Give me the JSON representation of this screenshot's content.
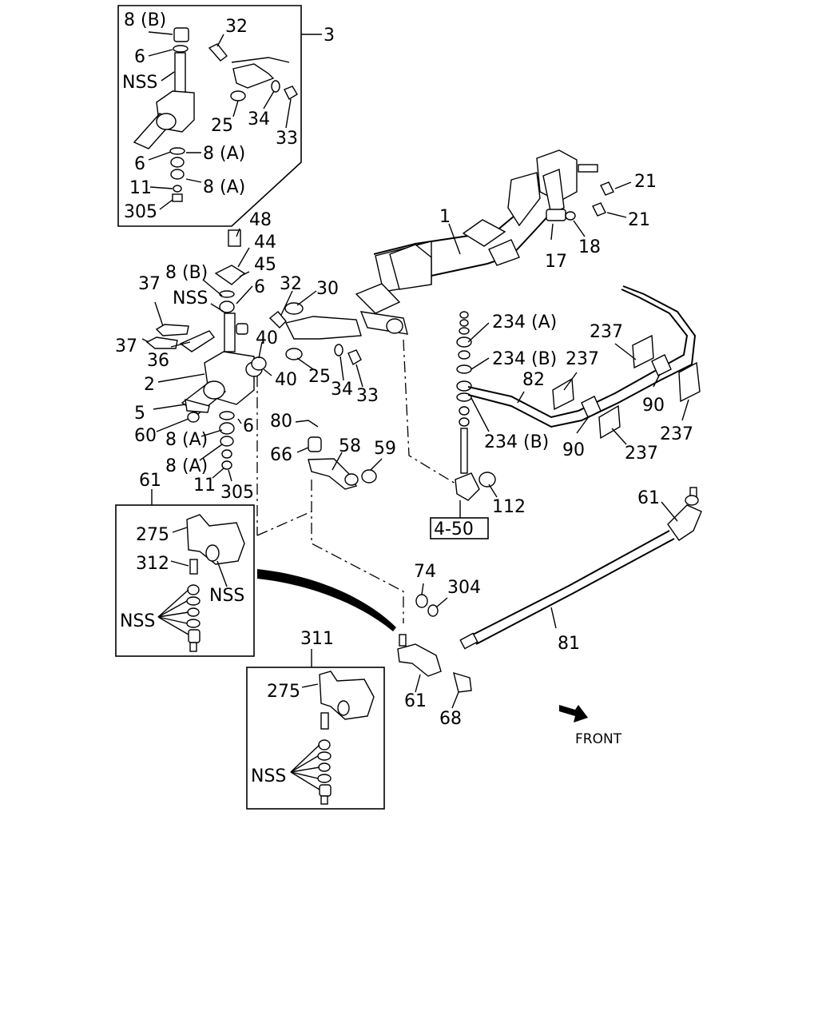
{
  "labels": {
    "c3": "3",
    "c1": "1",
    "c2": "2",
    "c5": "5",
    "c17": "17",
    "c18": "18",
    "c21a": "21",
    "c21b": "21",
    "inset3_8b": "8 (B)",
    "inset3_6a": "6",
    "inset3_nss": "NSS",
    "inset3_32": "32",
    "inset3_25": "25",
    "inset3_34": "34",
    "inset3_33": "33",
    "inset3_6b": "6",
    "inset3_8a1": "8 (A)",
    "inset3_11": "11",
    "inset3_8a2": "8 (A)",
    "inset3_305": "305",
    "m48": "48",
    "m44": "44",
    "m45": "45",
    "m8b": "8 (B)",
    "m37a": "37",
    "m37b": "37",
    "mnss": "NSS",
    "m6a": "6",
    "m32": "32",
    "m30": "30",
    "m36": "36",
    "m40a": "40",
    "m40b": "40",
    "m25": "25",
    "m34": "34",
    "m33": "33",
    "m60": "60",
    "m8a1": "8 (A)",
    "m6b": "6",
    "m8a2": "8 (A)",
    "m11": "11",
    "m305": "305",
    "m80": "80",
    "m66": "66",
    "m58": "58",
    "m59": "59",
    "m234a": "234 (A)",
    "m234b1": "234 (B)",
    "m234b2": "234 (B)",
    "m82": "82",
    "m237a": "237",
    "m237b": "237",
    "m237c": "237",
    "m237d": "237",
    "m90a": "90",
    "m90b": "90",
    "m112": "112",
    "ref450": "4-50",
    "c61top": "61",
    "c61left": "61",
    "c61bot": "61",
    "m74": "74",
    "m304": "304",
    "m81": "81",
    "m68": "68",
    "c311": "311",
    "ins61_275": "275",
    "ins61_312": "312",
    "ins61_nss1": "NSS",
    "ins61_nss2": "NSS",
    "ins311_275": "275",
    "ins311_nss": "NSS",
    "front": "FRONT"
  },
  "icons": {
    "front_arrow": "front-direction-arrow-icon"
  }
}
